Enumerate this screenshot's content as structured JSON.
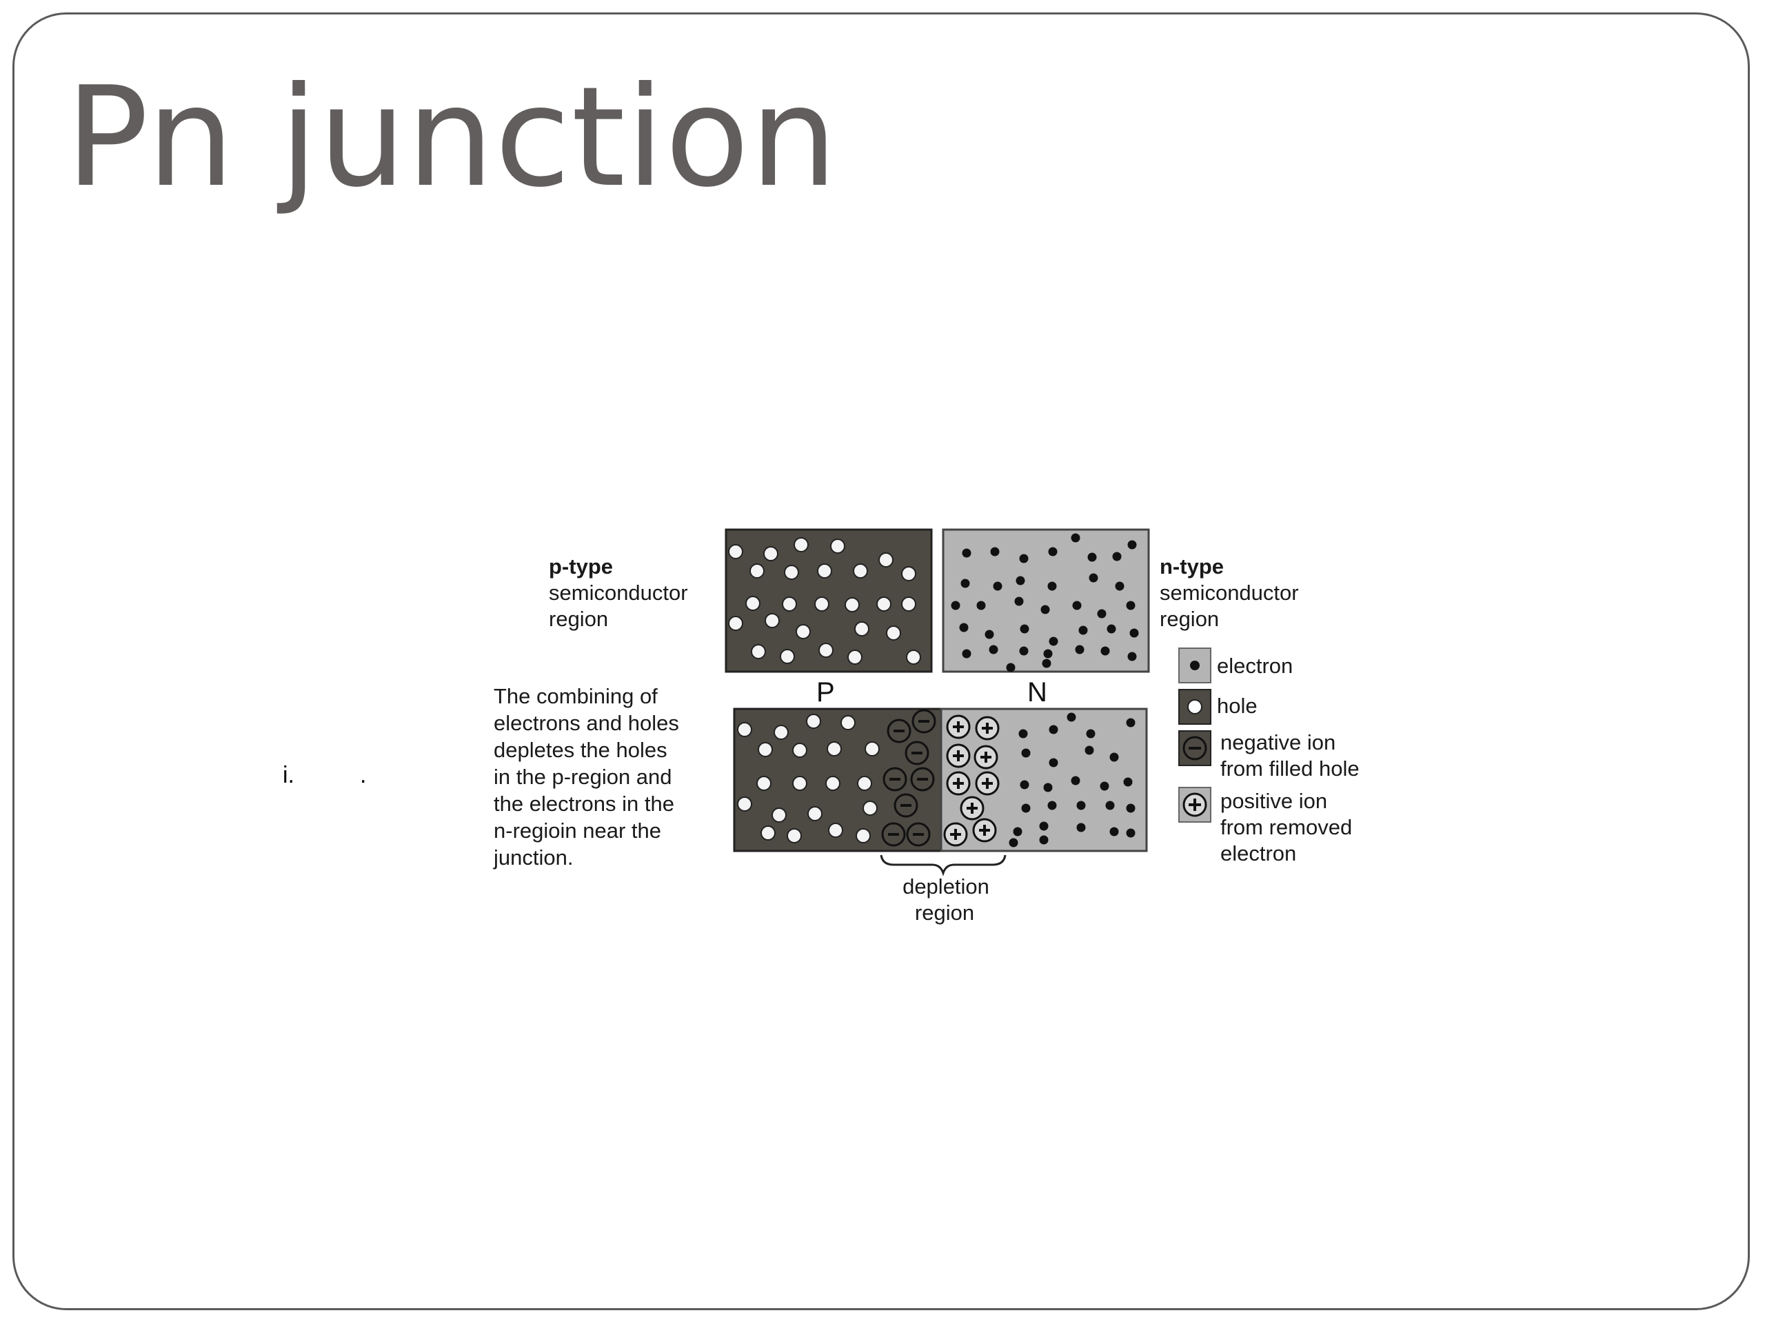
{
  "slide": {
    "title": "Pn junction",
    "bullet_marker": "i.",
    "bullet_end": "."
  },
  "diagram": {
    "p_label": {
      "bold": "p-type",
      "line2": "semiconductor",
      "line3": "region"
    },
    "n_label": {
      "bold": "n-type",
      "line2": "semiconductor",
      "line3": "region"
    },
    "p_letter": "P",
    "n_letter": "N",
    "description": [
      "The combining of",
      "electrons and  holes",
      "depletes the holes",
      "in the p-region and",
      "the electrons in the",
      "n-regioin near the",
      "junction."
    ],
    "depletion": [
      "depletion",
      "region"
    ],
    "legend": {
      "electron": [
        "electron"
      ],
      "hole": [
        "hole"
      ],
      "negative_ion": [
        "negative ion",
        "from filled hole"
      ],
      "positive_ion": [
        "positive ion",
        "from removed",
        "electron"
      ]
    },
    "colors": {
      "p_region": "#4d4a43",
      "n_region": "#b4b4b4",
      "title": "#625e5e"
    }
  }
}
